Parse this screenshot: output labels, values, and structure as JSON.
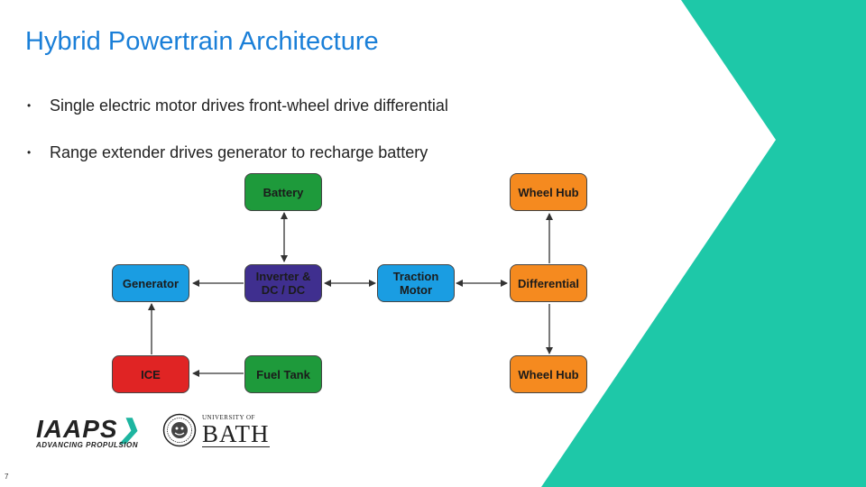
{
  "slide": {
    "title": "Hybrid Powertrain Architecture",
    "bullets": [
      "Single electric motor drives front-wheel drive differential",
      "Range extender drives generator to recharge battery"
    ],
    "page_number": "7"
  },
  "diagram": {
    "nodes": {
      "battery": "Battery",
      "wheel_hub_top": "Wheel Hub",
      "generator": "Generator",
      "inverter_line1": "Inverter &",
      "inverter_line2": "DC / DC",
      "traction_line1": "Traction",
      "traction_line2": "Motor",
      "differential": "Differential",
      "ice": "ICE",
      "fuel_tank": "Fuel Tank",
      "wheel_hub_bottom": "Wheel Hub"
    },
    "colors": {
      "storage": "#1e9a3b",
      "wheel": "#f58a1f",
      "electric_machine": "#1a9de2",
      "power_electronics": "#3f2f8f",
      "engine": "#e02424"
    }
  },
  "logos": {
    "iaaps_name": "IAAPS",
    "iaaps_tagline": "ADVANCING PROPULSION",
    "bath_line1": "UNIVERSITY OF",
    "bath_line2": "BATH"
  },
  "theme": {
    "accent": "#1db5a0",
    "title_color": "#1a7fd8"
  }
}
